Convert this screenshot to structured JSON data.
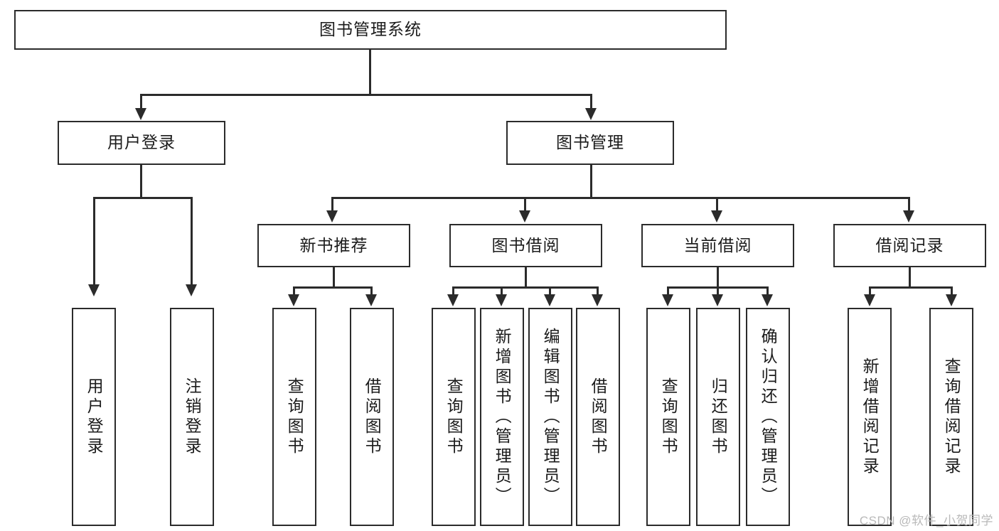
{
  "diagram": {
    "title": "图书管理系统",
    "type": "tree-hierarchy",
    "watermark": "CSDN @软件_小贺同学",
    "colors": {
      "box_border": "#2b2b2b",
      "box_fill": "#ffffff",
      "connector": "#2b2b2b",
      "text": "#1b1b1b",
      "watermark": "#b9b9b9",
      "canvas": "#ffffff"
    }
  },
  "nodes": {
    "root": {
      "label": "图书管理系统"
    },
    "level2": [
      {
        "label": "用户登录"
      },
      {
        "label": "图书管理"
      }
    ],
    "level3": [
      {
        "label": "新书推荐"
      },
      {
        "label": "图书借阅"
      },
      {
        "label": "当前借阅"
      },
      {
        "label": "借阅记录"
      }
    ],
    "leaves": {
      "user_login": [
        {
          "label": "用户登录"
        },
        {
          "label": "注销登录"
        }
      ],
      "new_book_recommend": [
        {
          "label": "查询图书"
        },
        {
          "label": "借阅图书"
        }
      ],
      "book_borrow": [
        {
          "label": "查询图书"
        },
        {
          "label": "新增图书（管理员）"
        },
        {
          "label": "编辑图书（管理员）"
        },
        {
          "label": "借阅图书"
        }
      ],
      "current_borrow": [
        {
          "label": "查询图书"
        },
        {
          "label": "归还图书"
        },
        {
          "label": "确认归还（管理员）"
        }
      ],
      "borrow_record": [
        {
          "label": "新增借阅记录"
        },
        {
          "label": "查询借阅记录"
        }
      ]
    }
  }
}
